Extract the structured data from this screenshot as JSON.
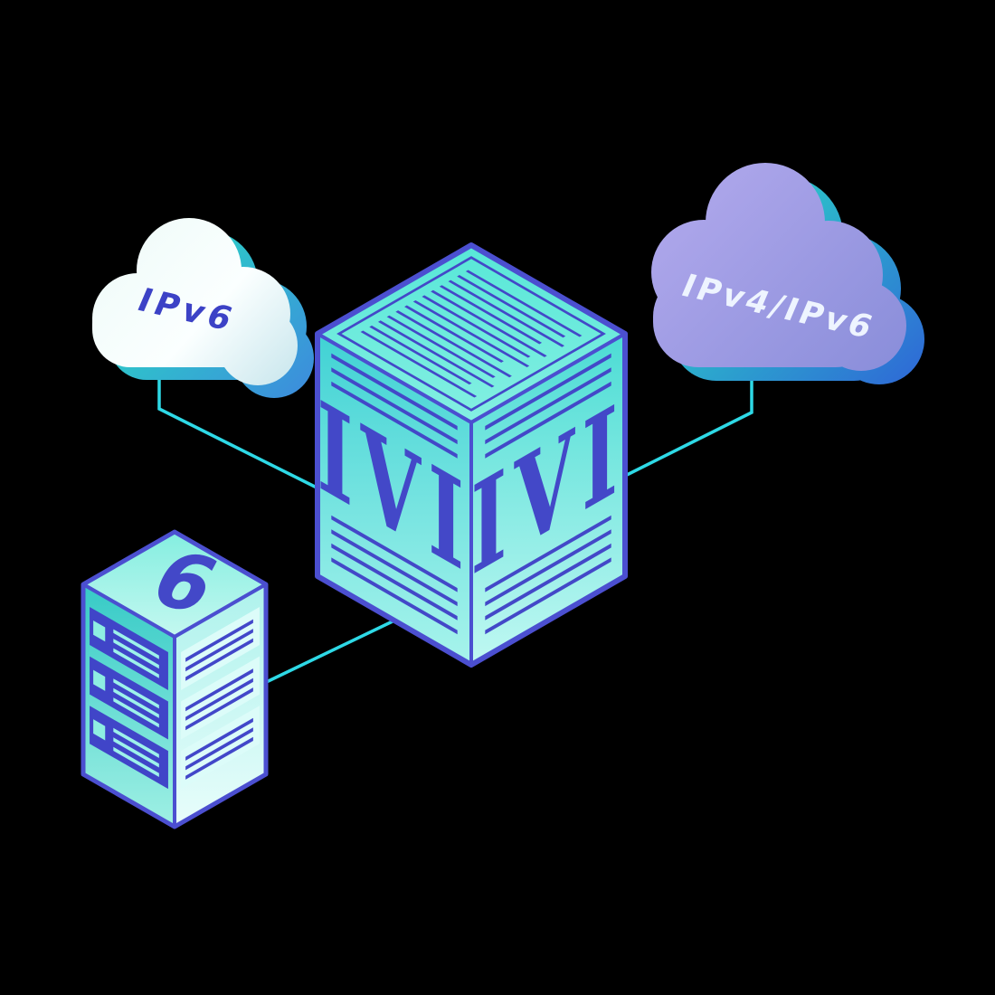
{
  "scene": {
    "left_cloud": {
      "label": "IPv6"
    },
    "right_cloud": {
      "label": "IPv4/IPv6"
    },
    "translator": {
      "left_face_label": "IVI",
      "right_face_label": "IVI"
    },
    "server": {
      "label": "6"
    },
    "colors": {
      "background": "#000000",
      "accent_teal": "#2bd9c6",
      "accent_indigo": "#4b4fd0",
      "stripe_indigo": "#4348c8",
      "line_cyan": "#2ed9e6",
      "cloud_purple": "#9a96e0",
      "cloud_light": "#e8f8f6"
    }
  }
}
